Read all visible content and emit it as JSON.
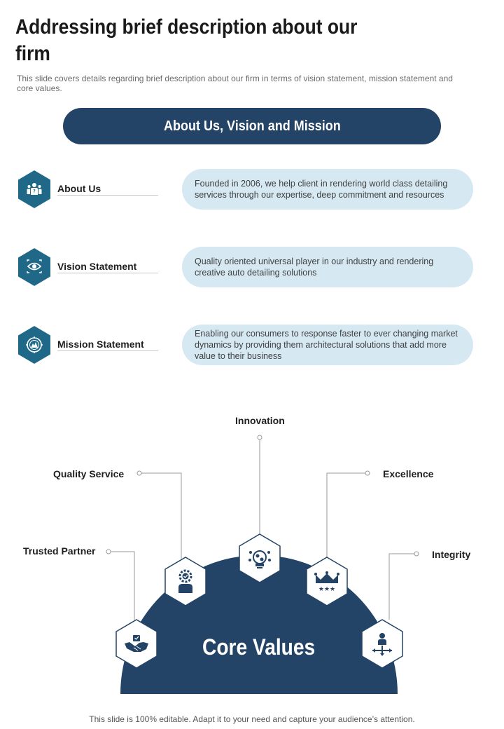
{
  "title": "Addressing brief description about our firm",
  "subtitle": "This slide covers details regarding brief description about our firm in terms of vision statement, mission statement and core values.",
  "banner": "About Us, Vision and Mission",
  "rows": [
    {
      "label": "About Us",
      "icon": "team-icon",
      "text": "Founded in 2006, we help client in rendering world class detailing services through our expertise, deep commitment and resources"
    },
    {
      "label": "Vision Statement",
      "icon": "eye-vision-icon",
      "text": "Quality oriented universal player in our industry and rendering creative auto detailing solutions"
    },
    {
      "label": "Mission Statement",
      "icon": "target-mission-icon",
      "text": "Enabling our consumers to response faster to ever changing market dynamics by providing them architectural solutions that add more value to their business"
    }
  ],
  "core_values": {
    "title": "Core Values",
    "items": [
      {
        "label": "Innovation",
        "icon": "lightbulb-gear-icon"
      },
      {
        "label": "Quality Service",
        "icon": "person-gear-icon"
      },
      {
        "label": "Excellence",
        "icon": "crown-stars-icon"
      },
      {
        "label": "Trusted Partner",
        "icon": "handshake-icon"
      },
      {
        "label": "Integrity",
        "icon": "person-arrows-icon"
      }
    ]
  },
  "footer": "This slide is 100% editable. Adapt it to your need and capture your audience’s attention.",
  "colors": {
    "navy": "#234466",
    "teal": "#1f6887",
    "light_blue": "#d6e9f3"
  }
}
